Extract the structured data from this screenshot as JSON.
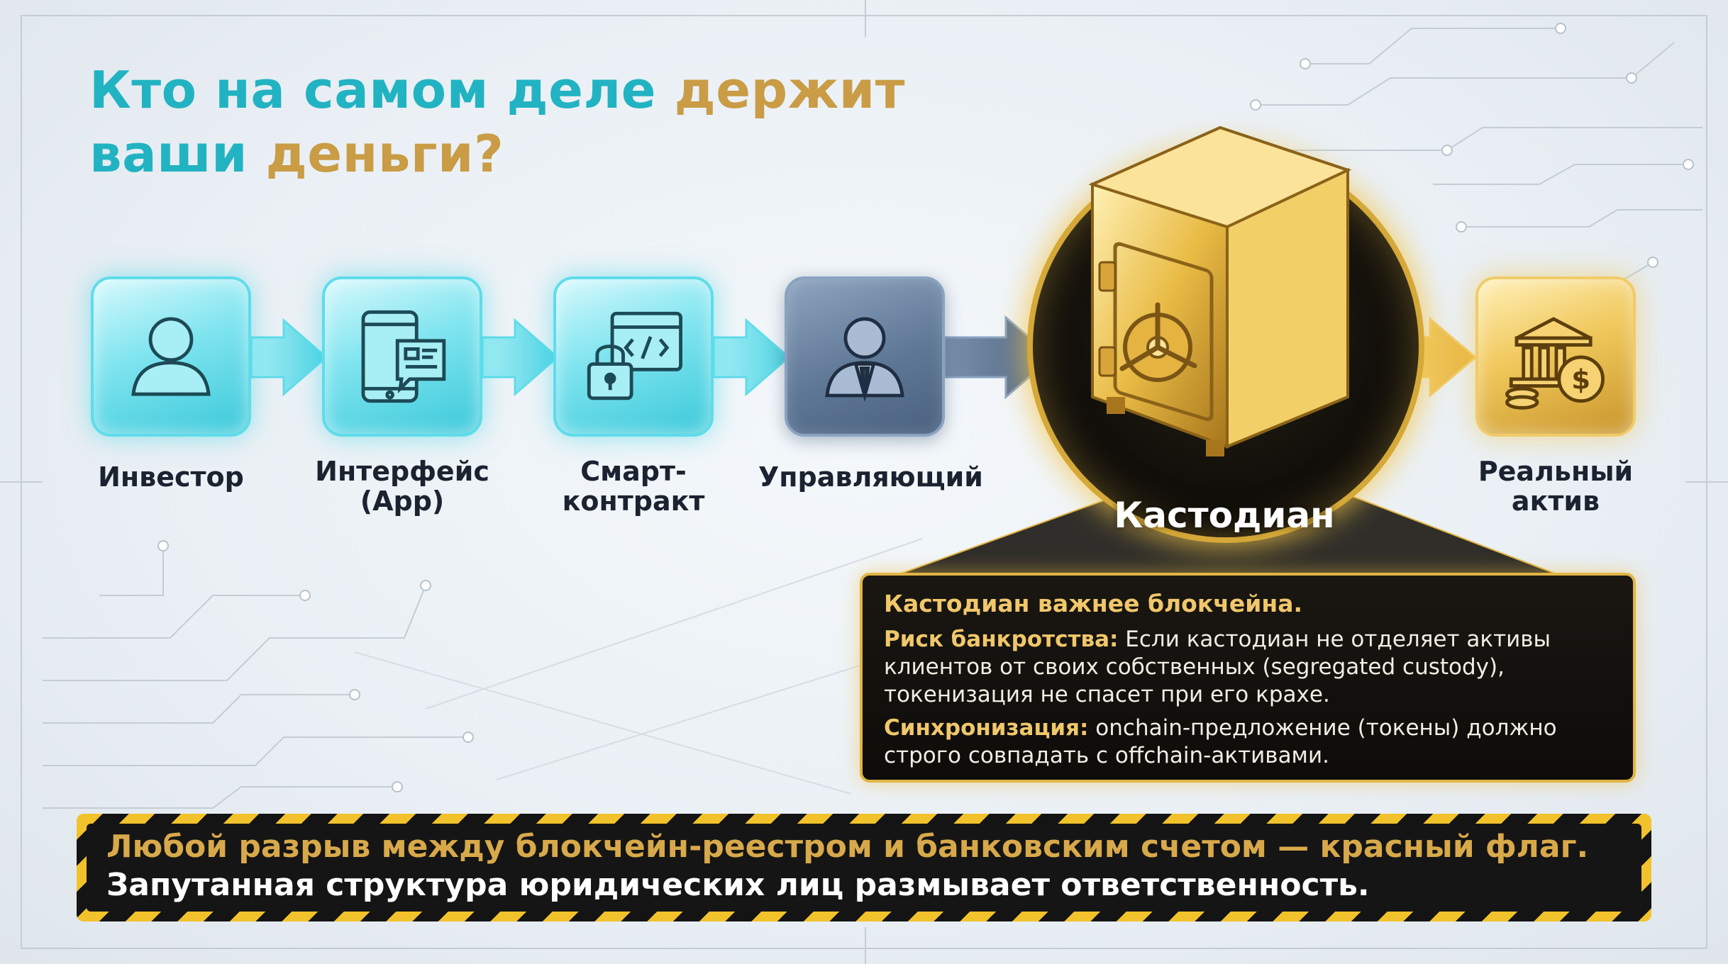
{
  "title": {
    "part1": "Кто на самом деле ",
    "part2": "держит",
    "part3": "ваши ",
    "part4": "деньги?"
  },
  "colors": {
    "teal": "#22b3c2",
    "gold": "#c99c45",
    "cyan_node": "#5fdcea",
    "slate_node": "#5f7896",
    "gold_node": "#f0c85c"
  },
  "flow": [
    {
      "id": "investor",
      "label": "Инвестор",
      "icon": "person-icon"
    },
    {
      "id": "interface",
      "label": "Интерфейс\n(App)",
      "icon": "phone-app-icon"
    },
    {
      "id": "smart_contract",
      "label": "Смарт-\nконтракт",
      "icon": "code-lock-icon"
    },
    {
      "id": "manager",
      "label": "Управляющий",
      "icon": "businessman-icon"
    },
    {
      "id": "custodian",
      "label": "Кастодиан",
      "icon": "vault-safe-icon"
    },
    {
      "id": "real_asset",
      "label": "Реальный\nактив",
      "icon": "bank-coins-icon"
    }
  ],
  "info": {
    "heading": "Кастодиан важнее блокчейна.",
    "risk_label": "Риск банкротства:",
    "risk_text": " Если кастодиан не отделяет активы клиентов от своих собственных (segregated custody), токенизация не спасет при его крахе.",
    "sync_label": "Синхронизация:",
    "sync_text": " onchain-предложение (токены) должно строго совпадать с offchain-активами."
  },
  "banner": {
    "line1": "Любой разрыв между блокчейн-реестром и банковским счетом — красный флаг.",
    "line2": "Запутанная структура юридических лиц размывает ответственность."
  }
}
